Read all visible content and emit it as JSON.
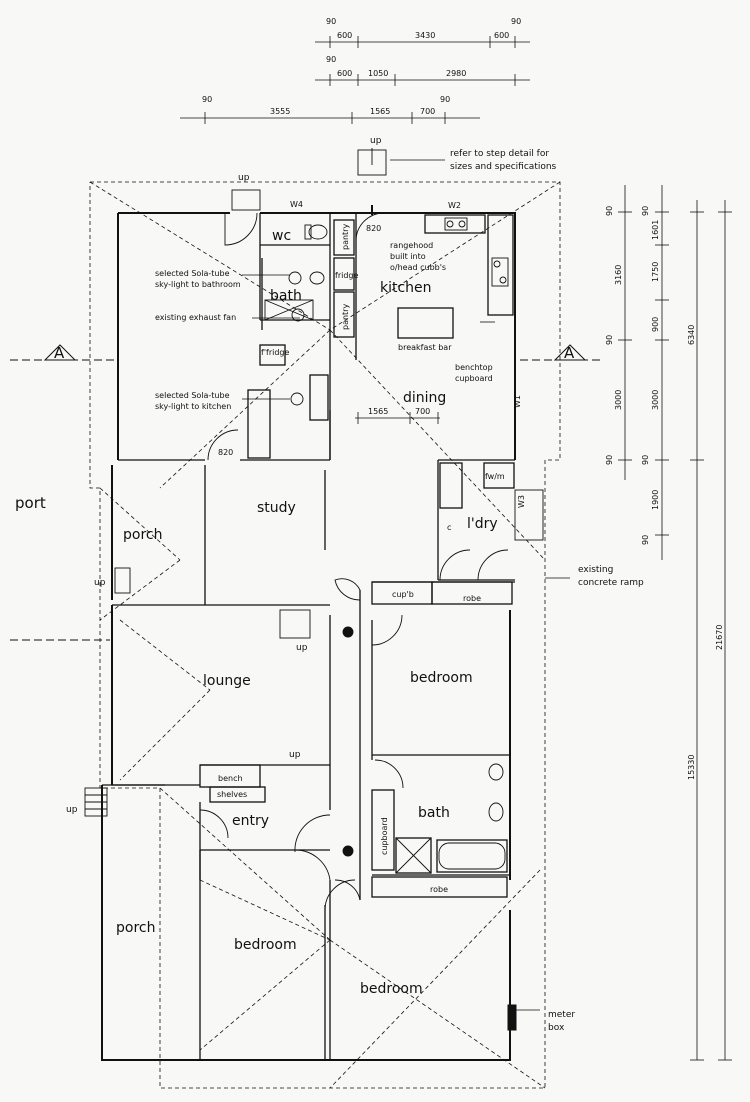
{
  "plan": {
    "rooms": {
      "kitchen": "kitchen",
      "dining": "dining",
      "study": "study",
      "porch_west": "porch",
      "lounge": "lounge",
      "bedroom_ne": "bedroom",
      "bath_main": "bath",
      "entry": "entry",
      "porch_sw": "porch",
      "bedroom_sw": "bedroom",
      "bedroom_se": "bedroom",
      "ldry": "l'dry",
      "wc": "wc",
      "bath_small": "bath"
    },
    "fixtures": {
      "pantry_1": "pantry",
      "pantry_2": "pantry",
      "fridge_1": "fridge",
      "fridge_2": "f'fridge",
      "cupb": "cup'b",
      "robe_1": "robe",
      "robe_2": "robe",
      "cupboard": "cupboard",
      "bench": "bench",
      "shelves": "shelves",
      "breakfast_bar": "breakfast bar",
      "fw_m": "fw/m",
      "c": "c"
    },
    "annotations": {
      "step_note_1": "refer to step detail for",
      "step_note_2": "sizes and specifications",
      "rangehood_1": "rangehood",
      "rangehood_2": "built into",
      "rangehood_3": "o/head cubb's",
      "solatube_bath_1": "selected Sola-tube",
      "solatube_bath_2": "sky-light to bathroom",
      "exhaust_fan": "existing exhaust fan",
      "solatube_kit_1": "selected Sola-tube",
      "solatube_kit_2": "sky-light to kitchen",
      "benchtop_1": "benchtop",
      "benchtop_2": "cupboard",
      "ramp_1": "existing",
      "ramp_2": "concrete ramp",
      "meter_1": "meter",
      "meter_2": "box",
      "port": "port",
      "section_left": "A",
      "section_right": "A"
    },
    "windows": {
      "w1": "W1",
      "w2": "W2",
      "w3": "W3",
      "w4": "W4"
    },
    "doors": {
      "d820_kitchen": "820",
      "d820_study": "820"
    },
    "up_labels": [
      "up",
      "up",
      "up",
      "up",
      "up",
      "up"
    ],
    "dimensions_top": {
      "row1": [
        "90",
        "600",
        "3430",
        "600",
        "90"
      ],
      "row2": [
        "90",
        "600",
        "1050",
        "2980"
      ],
      "row3": [
        "90",
        "3555",
        "1565",
        "700",
        "90"
      ]
    },
    "dimensions_interior": [
      "1565",
      "700"
    ],
    "dimensions_right_a": [
      "90",
      "3160",
      "90",
      "3000",
      "90"
    ],
    "dimensions_right_b": [
      "90",
      "1601",
      "1750",
      "900",
      "3000",
      "90",
      "1900",
      "90"
    ],
    "dimensions_right_c": [
      "6340",
      "21670",
      "15330"
    ]
  }
}
